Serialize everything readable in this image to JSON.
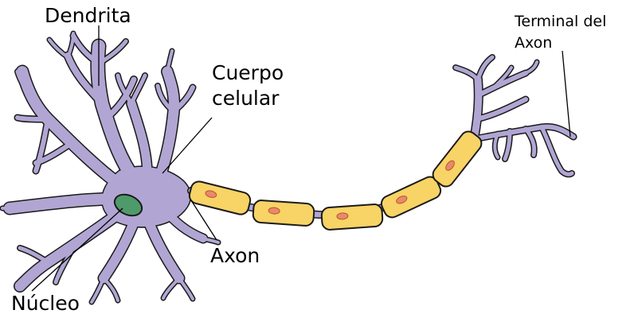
{
  "labels": {
    "dendrite": "Dendrita",
    "cell_body_line1": "Cuerpo",
    "cell_body_line2": "celular",
    "axon": "Axon",
    "nucleus": "Núcleo",
    "axon_terminal_line1": "Terminal del",
    "axon_terminal_line2": "Axon"
  },
  "colors": {
    "neuron_body": "#b1a6d3",
    "neuron_outline": "#1a1a1a",
    "nucleus": "#4f9a6a",
    "myelin": "#f8d365",
    "myelin_nucleus": "#e88a6a",
    "label_text": "#000000"
  }
}
